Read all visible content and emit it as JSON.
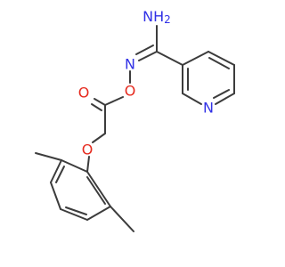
{
  "molecule": {
    "atom_labels": {
      "nh2_n": "NH",
      "nh2_sub": "2",
      "imine_n": "N",
      "ester_o": "O",
      "carbonyl_o": "O",
      "ether_o": "O",
      "pyridine_n": "N"
    },
    "colors": {
      "bond": "#3c3c3c",
      "nitrogen": "#3232e6",
      "oxygen": "#e62a1e",
      "background": "#ffffff"
    }
  }
}
